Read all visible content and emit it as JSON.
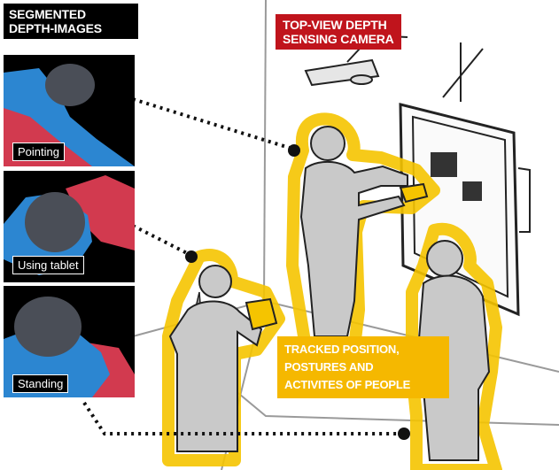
{
  "segmented_title": [
    "SEGMENTED",
    "DEPTH-IMAGES"
  ],
  "camera_title": [
    "TOP-VIEW DEPTH",
    "SENSING CAMERA"
  ],
  "tracked_title": [
    "TRACKED POSITION,",
    "POSTURES AND",
    "ACTIVITES OF PEOPLE"
  ],
  "panels": [
    {
      "caption": "Pointing"
    },
    {
      "caption": "Using tablet"
    },
    {
      "caption": "Standing"
    }
  ],
  "colors": {
    "highlight": "#f5c400",
    "segment_head": "#4a4e57",
    "segment_body": "#2c86d1",
    "segment_arm": "#d23a4f",
    "camera_label": "#c0141c",
    "tracked_label": "#f5b800"
  }
}
